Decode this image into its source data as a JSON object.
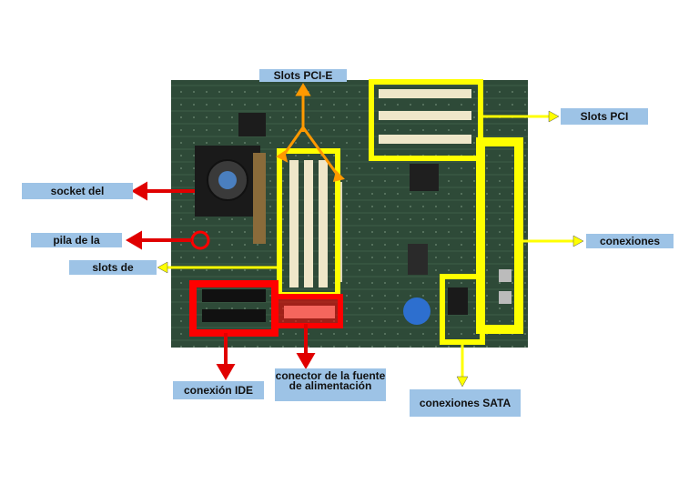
{
  "labels": {
    "slots_pcie": "Slots PCI-E",
    "slots_pci": "Slots PCI",
    "socket": "socket del",
    "battery": "pila de la",
    "ram_slots": "slots de",
    "connections": "conexiones",
    "ide": "conexión IDE",
    "power_connector": "conector de la fuente de alimentación",
    "sata": "conexiones SATA"
  },
  "colors": {
    "label_bg": "#9dc3e6",
    "highlight_yellow": "#ffff00",
    "highlight_red": "#ff0000",
    "arrow_orange": "#ff9900",
    "arrow_red": "#e00000",
    "board_green": "#2f4f3a"
  }
}
